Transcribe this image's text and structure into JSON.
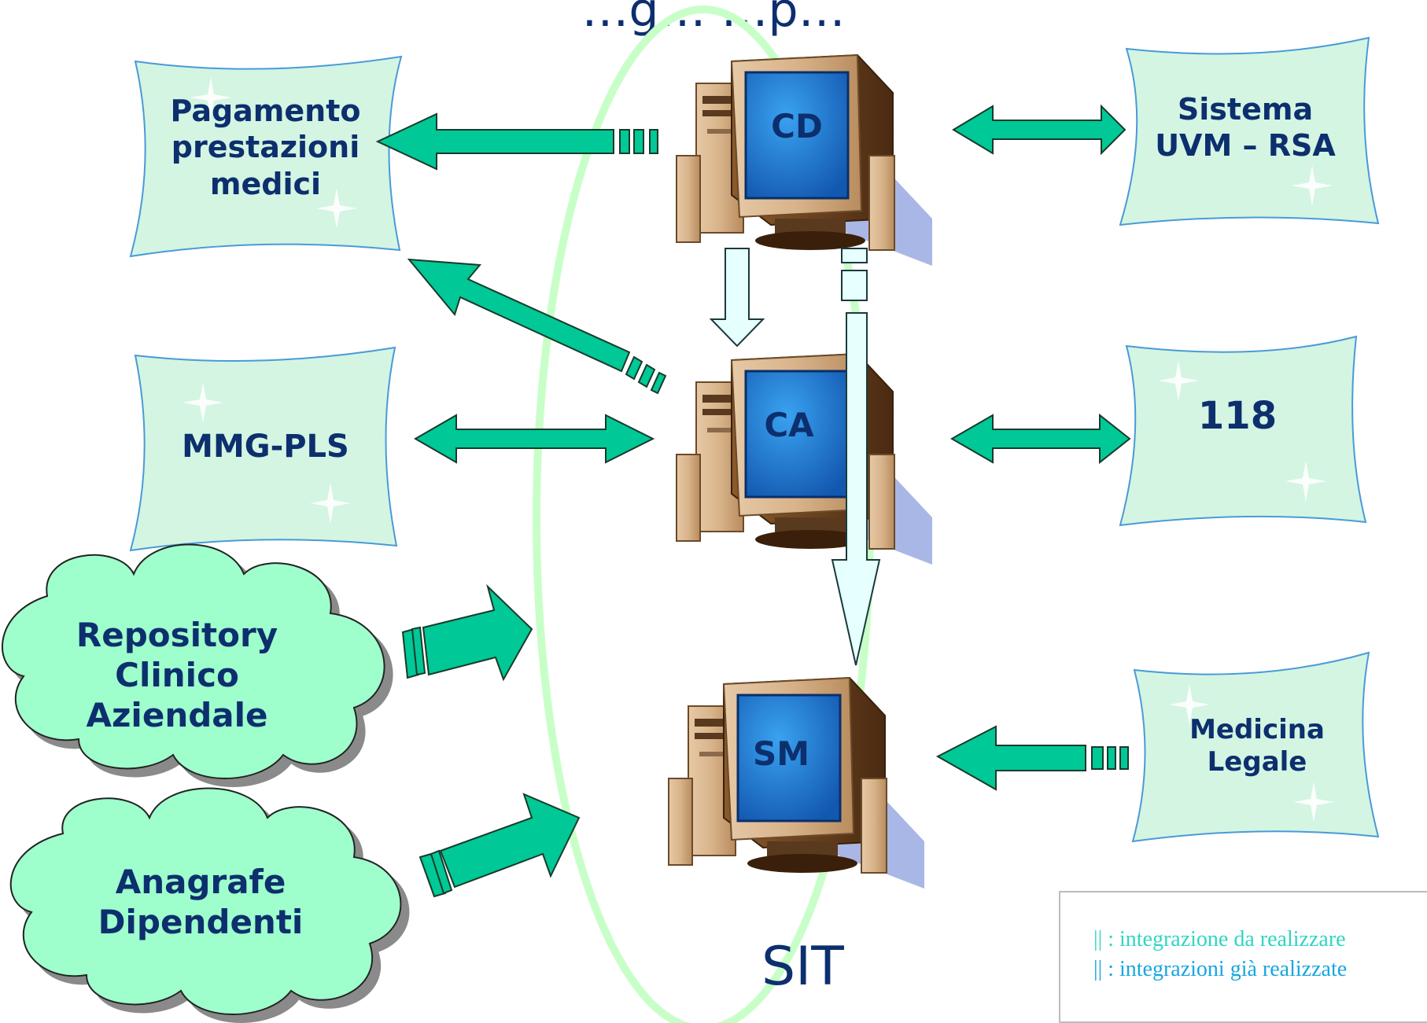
{
  "title": "…g…   …p…",
  "colors": {
    "box_fill": "#d3f5e2",
    "box_border": "#4a9ad8",
    "cloud_fill": "#9effcc",
    "arrow_green": "#00c896",
    "arrow_light": "#e6ffff",
    "ellipse": "#c8ffc8",
    "text": "#0d2f6e",
    "legend_existing": "#17a6e0",
    "legend_planned": "#2fd6c2"
  },
  "nodes": {
    "cd": "CD",
    "ca": "CA",
    "sm": "SM"
  },
  "boxes": {
    "pagamento": "Pagamento\nprestazioni\nmedici",
    "mmg": "MMG-PLS",
    "sistema": "Sistema\nUVM – RSA",
    "n118": "118",
    "medicina": "Medicina\nLegale"
  },
  "clouds": {
    "repository": "Repository\nClinico\nAziendale",
    "anagrafe": "Anagrafe\nDipendenti"
  },
  "sit_label": "SIT",
  "legend": {
    "line1": "|| : integrazione da realizzare",
    "line2": "|| : integrazioni già realizzate"
  },
  "icons": [
    "computer-icon",
    "sparkle-icon",
    "cloud-shape"
  ]
}
